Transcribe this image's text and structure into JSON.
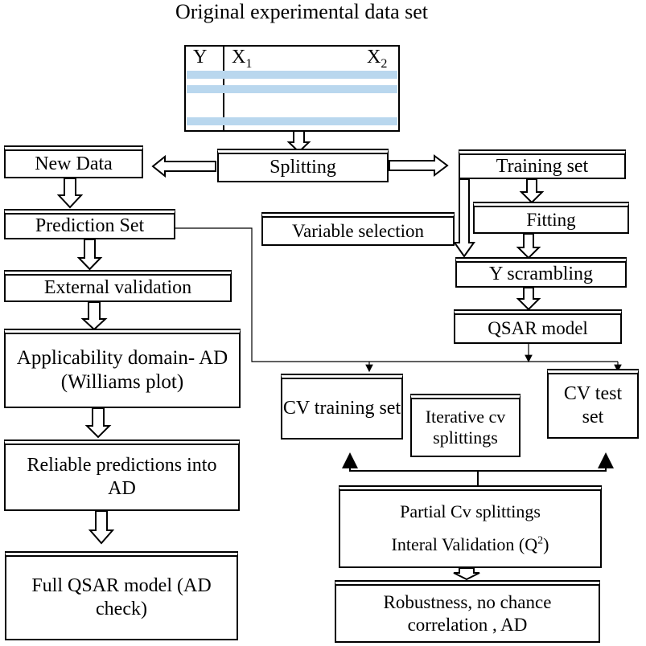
{
  "title": "Original experimental data set",
  "table": {
    "col_y": "Y",
    "col_x1": "X",
    "col_x1_sub": "1",
    "col_x2": "X",
    "col_x2_sub": "2",
    "stripe_color": "#b9d7ee"
  },
  "left": {
    "new_data": "New Data",
    "prediction_set": "Prediction Set",
    "external_validation": "External validation",
    "applicability_domain": "Applicability domain- AD (Williams plot)",
    "reliable_predictions": "Reliable predictions into AD",
    "full_model": "Full QSAR model (AD check)"
  },
  "center": {
    "splitting": "Splitting",
    "variable_selection": "Variable selection"
  },
  "right": {
    "training_set": "Training set",
    "fitting": "Fitting",
    "y_scrambling": "Y scrambling",
    "qsar_model": "QSAR model",
    "cv_training_set": "CV training set",
    "iterative_cv": "Iterative cv splittings",
    "cv_test_set": "CV test set",
    "partial_cv": "Partial Cv splittings",
    "internal_validation": "Interal Validation (Q",
    "internal_validation_sup": "2",
    "internal_validation_end": ")",
    "robustness": "Robustness, no chance correlation , AD"
  }
}
